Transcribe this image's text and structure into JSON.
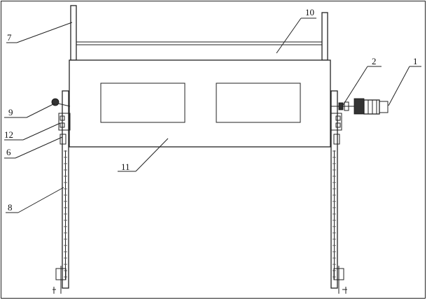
{
  "diagram": {
    "labels": [
      {
        "id": "1",
        "text": "1"
      },
      {
        "id": "2",
        "text": "2"
      },
      {
        "id": "6",
        "text": "6"
      },
      {
        "id": "7",
        "text": "7"
      },
      {
        "id": "8",
        "text": "8"
      },
      {
        "id": "9",
        "text": "9"
      },
      {
        "id": "10",
        "text": "10"
      },
      {
        "id": "11",
        "text": "11"
      },
      {
        "id": "12",
        "text": "12"
      }
    ]
  }
}
